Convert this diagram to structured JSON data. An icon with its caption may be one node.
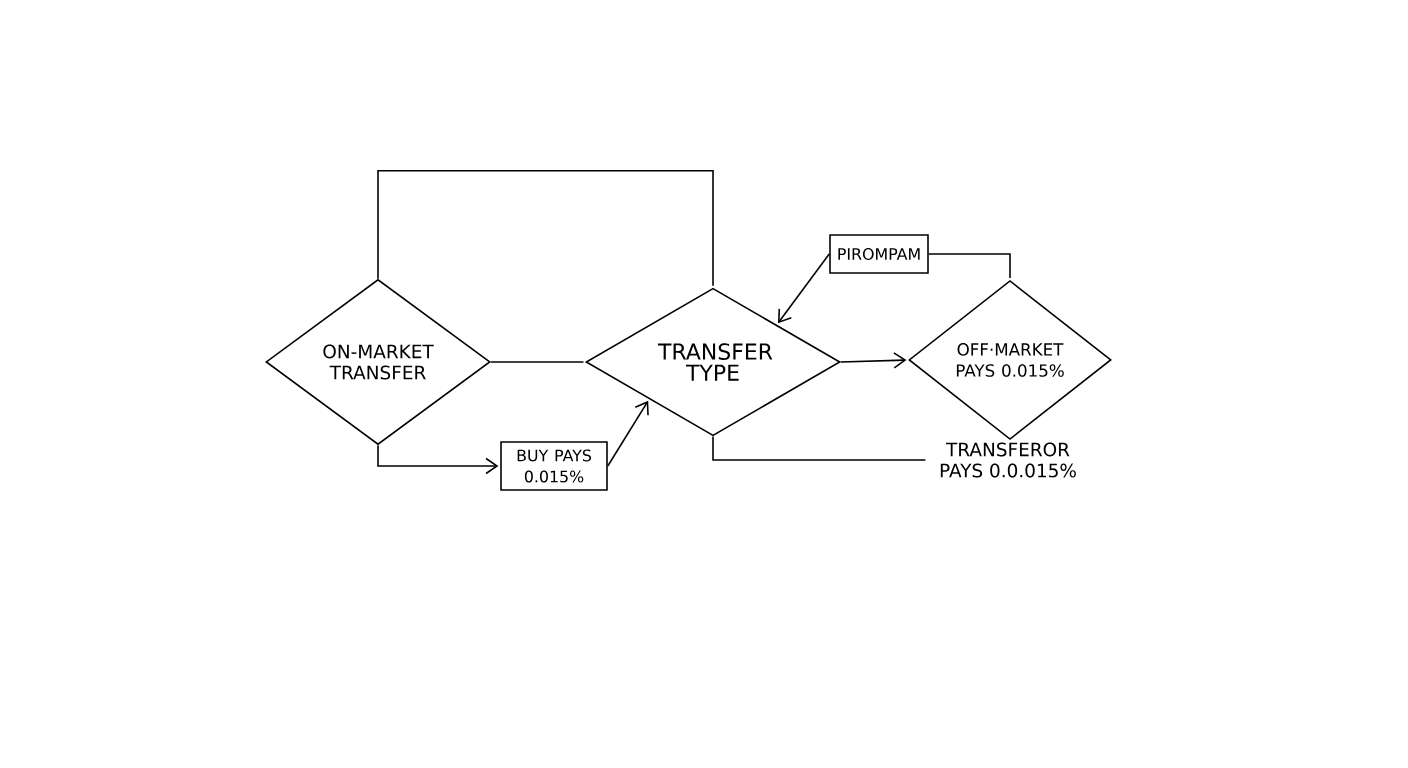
{
  "diagram": {
    "nodes": [
      {
        "text": [
          "ON-MARKET TRANSFER"
        ]
      },
      {
        "text": [
          "TRANSFER TYPE"
        ]
      },
      {
        "text": [
          "OFF·MARKET PAYS 0.015%"
        ]
      },
      {
        "text": [
          "BUY PAYS 0.015%"
        ]
      },
      {
        "text": [
          "PIROMPAM"
        ]
      },
      {
        "text": [
          "TRANSFEROR PAYS 0.0.015%"
        ]
      }
    ],
    "edges": [
      {
        "from": 0,
        "to": 1,
        "arrow": "none"
      },
      {
        "from": 0,
        "to": 1,
        "arrow": "none"
      },
      {
        "from": 0,
        "to": 3,
        "arrow": "to"
      },
      {
        "from": 3,
        "to": 1,
        "arrow": "to"
      },
      {
        "from": 4,
        "to": 1,
        "arrow": "to"
      },
      {
        "from": 4,
        "to": 2,
        "arrow": "none"
      },
      {
        "from": 1,
        "to": 2,
        "arrow": "to"
      },
      {
        "from": 1,
        "to": 5,
        "arrow": "none"
      }
    ]
  }
}
